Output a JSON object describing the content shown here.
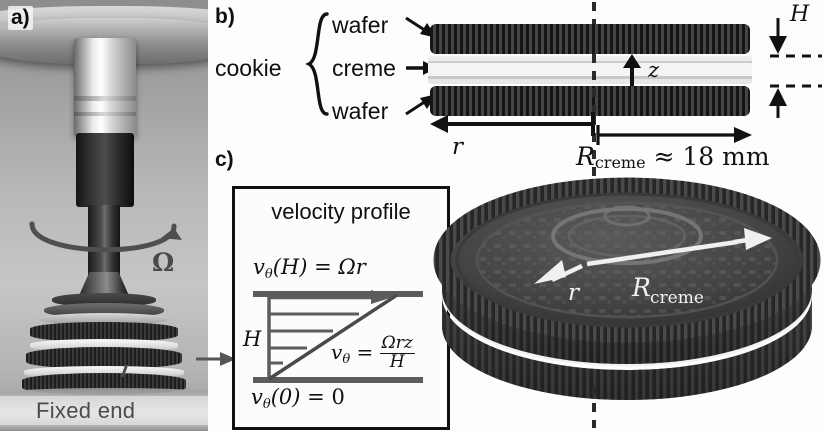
{
  "figure": {
    "kind": "scientific-figure",
    "subject": "Rheometry of a sandwich cookie (Oreo) creme layer",
    "panels": [
      "a",
      "b",
      "c"
    ]
  },
  "panel_a": {
    "label": "a)",
    "caption": "Fixed end",
    "rotation_symbol": "Ω",
    "icons": {
      "rotation_arrow": "rotation-arrow-icon"
    }
  },
  "panel_b": {
    "label": "b)",
    "group_label": "cookie",
    "layers": [
      "wafer",
      "creme",
      "wafer"
    ],
    "axis_z": "z",
    "axis_r": "r",
    "gap_label": "H",
    "radius_expression": {
      "symbol": "R",
      "subscript": "creme",
      "relation": "≈",
      "value": "18",
      "unit": "mm"
    }
  },
  "panel_c": {
    "label": "c)",
    "box_title": "velocity profile",
    "eq_top": {
      "lhs_v": "v",
      "lhs_sub": "θ",
      "lhs_arg": "(H)",
      "eq": "=",
      "rhs": "Ωr"
    },
    "eq_bottom": {
      "lhs_v": "v",
      "lhs_sub": "θ",
      "lhs_arg": "(0)",
      "eq": "=",
      "rhs": "0"
    },
    "eq_middle": {
      "lhs_v": "v",
      "lhs_sub": "θ",
      "eq": "=",
      "numerator": "Ωrz",
      "denominator": "H"
    },
    "gap_label": "H",
    "cookie3d": {
      "radius_symbol": "R",
      "radius_subscript": "creme",
      "r_symbol": "r"
    }
  },
  "colors": {
    "ink": "#111111",
    "wafer_dark": "#1d1d1d",
    "wafer_ridge": "#454545",
    "creme_light": "#f4f4f4",
    "photo_gray": "#9d9d9d",
    "arrow_gray": "#4a4a4a",
    "background": "#fdfdfd"
  }
}
